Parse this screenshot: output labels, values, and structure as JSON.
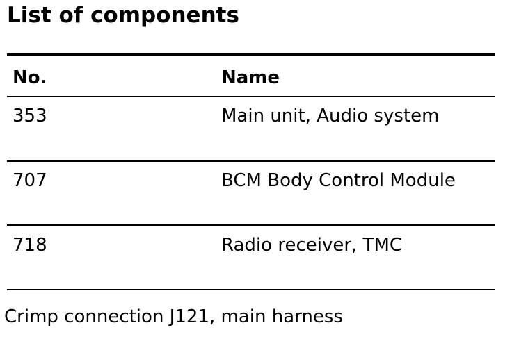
{
  "document": {
    "title": "List of components",
    "table": {
      "headers": {
        "no": "No.",
        "name": "Name"
      },
      "rows": [
        {
          "no": "353",
          "name": "Main unit, Audio system"
        },
        {
          "no": "707",
          "name": "BCM Body Control Module"
        },
        {
          "no": "718",
          "name": "Radio receiver, TMC"
        }
      ]
    },
    "footnote": "Crimp connection J121, main harness"
  }
}
